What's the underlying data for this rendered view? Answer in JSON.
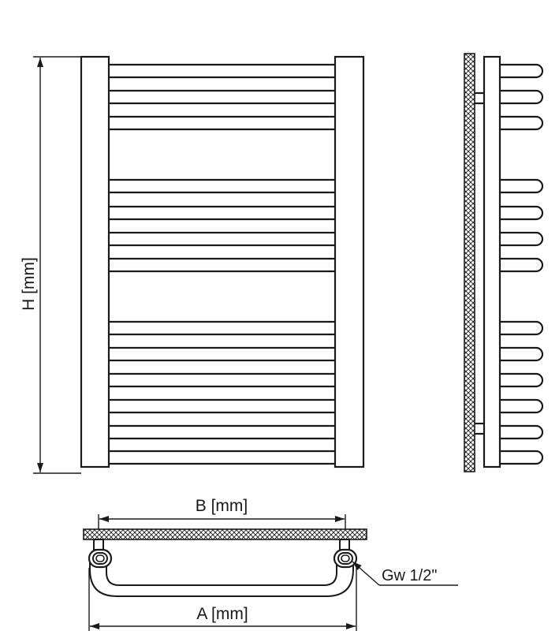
{
  "labels": {
    "height": "H [mm]",
    "width_b": "B [mm]",
    "width_a": "A [mm]",
    "connection": "Gw 1/2\""
  },
  "rails": {
    "group_sizes": [
      3,
      4,
      6
    ]
  },
  "colors": {
    "stroke": "#1a1a1a",
    "background": "#ffffff"
  }
}
